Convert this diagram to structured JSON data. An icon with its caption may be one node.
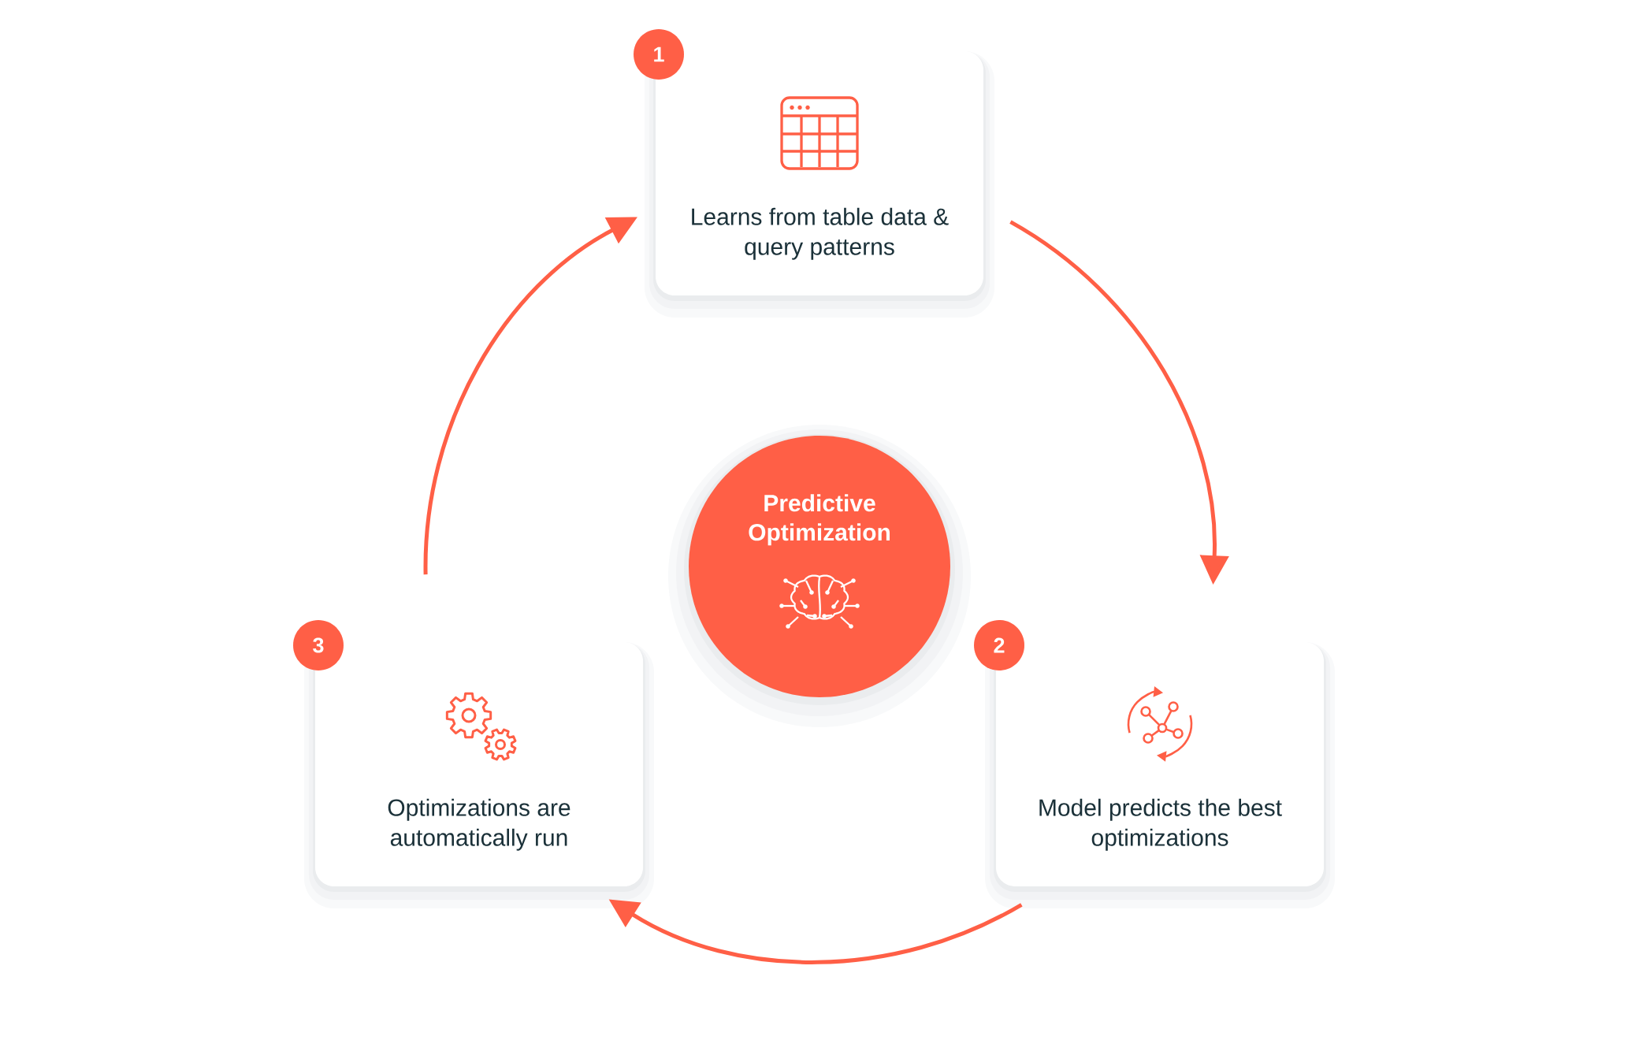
{
  "diagram": {
    "nodes": [
      {
        "text": [
          "1"
        ]
      },
      {
        "text": [
          "Learns from table data & query patterns"
        ]
      },
      {
        "text": [
          "Predictive Optimization"
        ]
      },
      {
        "text": [
          "2"
        ]
      },
      {
        "text": [
          "Model predicts the best optimizations"
        ]
      },
      {
        "text": [
          "3"
        ]
      },
      {
        "text": [
          "Optimizations are automatically run"
        ]
      }
    ],
    "edges": [
      {
        "from": 1,
        "to": 4,
        "arrow": "to"
      },
      {
        "from": 4,
        "to": 6,
        "arrow": "to"
      },
      {
        "from": 6,
        "to": 1,
        "arrow": "to"
      }
    ]
  }
}
